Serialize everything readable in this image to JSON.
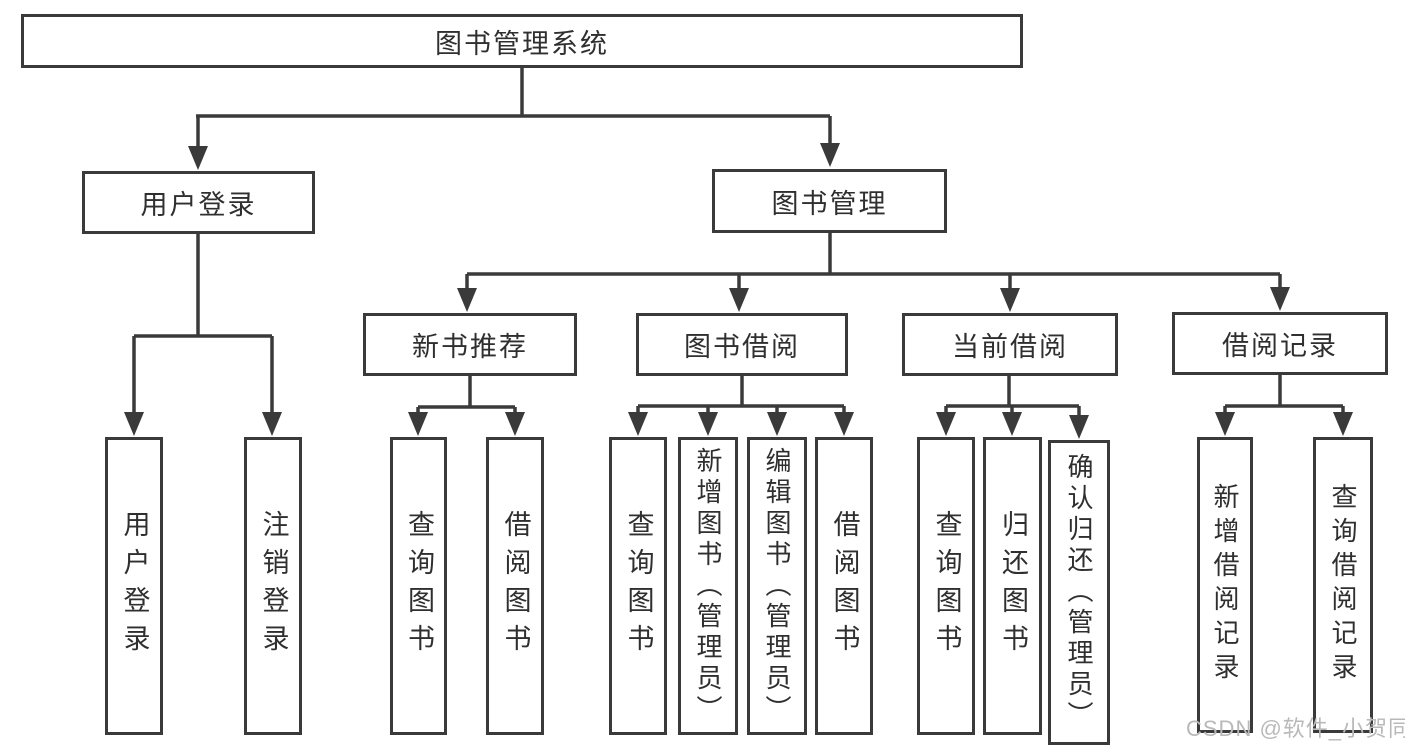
{
  "tree": {
    "root": "图书管理系统",
    "level1": [
      {
        "label": "用户登录",
        "children": [
          "用户登录",
          "注销登录"
        ]
      },
      {
        "label": "图书管理"
      }
    ],
    "level2": [
      {
        "label": "新书推荐",
        "children": [
          "查询图书",
          "借阅图书"
        ]
      },
      {
        "label": "图书借阅",
        "children": [
          "查询图书",
          "新增图书（管理员）",
          "编辑图书（管理员）",
          "借阅图书"
        ]
      },
      {
        "label": "当前借阅",
        "children": [
          "查询图书",
          "归还图书",
          "确认归还（管理员）"
        ]
      },
      {
        "label": "借阅记录",
        "children": [
          "新增借阅记录",
          "查询借阅记录"
        ]
      }
    ]
  },
  "watermark": "CSDN @软件_小贺同学",
  "colors": {
    "line": "#3a3a3a",
    "text": "#2f2f2f",
    "watermark": "#b9b9b9",
    "background": "#ffffff"
  }
}
